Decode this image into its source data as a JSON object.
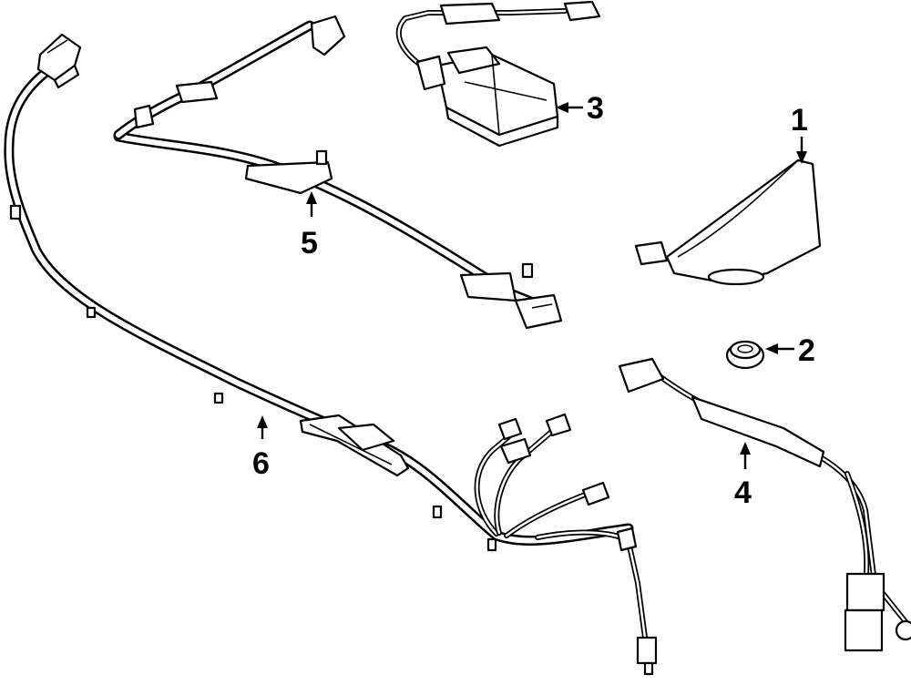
{
  "callouts": [
    {
      "id": "1",
      "label": "1",
      "part": "antenna"
    },
    {
      "id": "2",
      "label": "2",
      "part": "nut"
    },
    {
      "id": "3",
      "label": "3",
      "part": "amplifier"
    },
    {
      "id": "4",
      "label": "4",
      "part": "lead-cable"
    },
    {
      "id": "5",
      "label": "5",
      "part": "cable-harness"
    },
    {
      "id": "6",
      "label": "6",
      "part": "main-harness"
    }
  ]
}
